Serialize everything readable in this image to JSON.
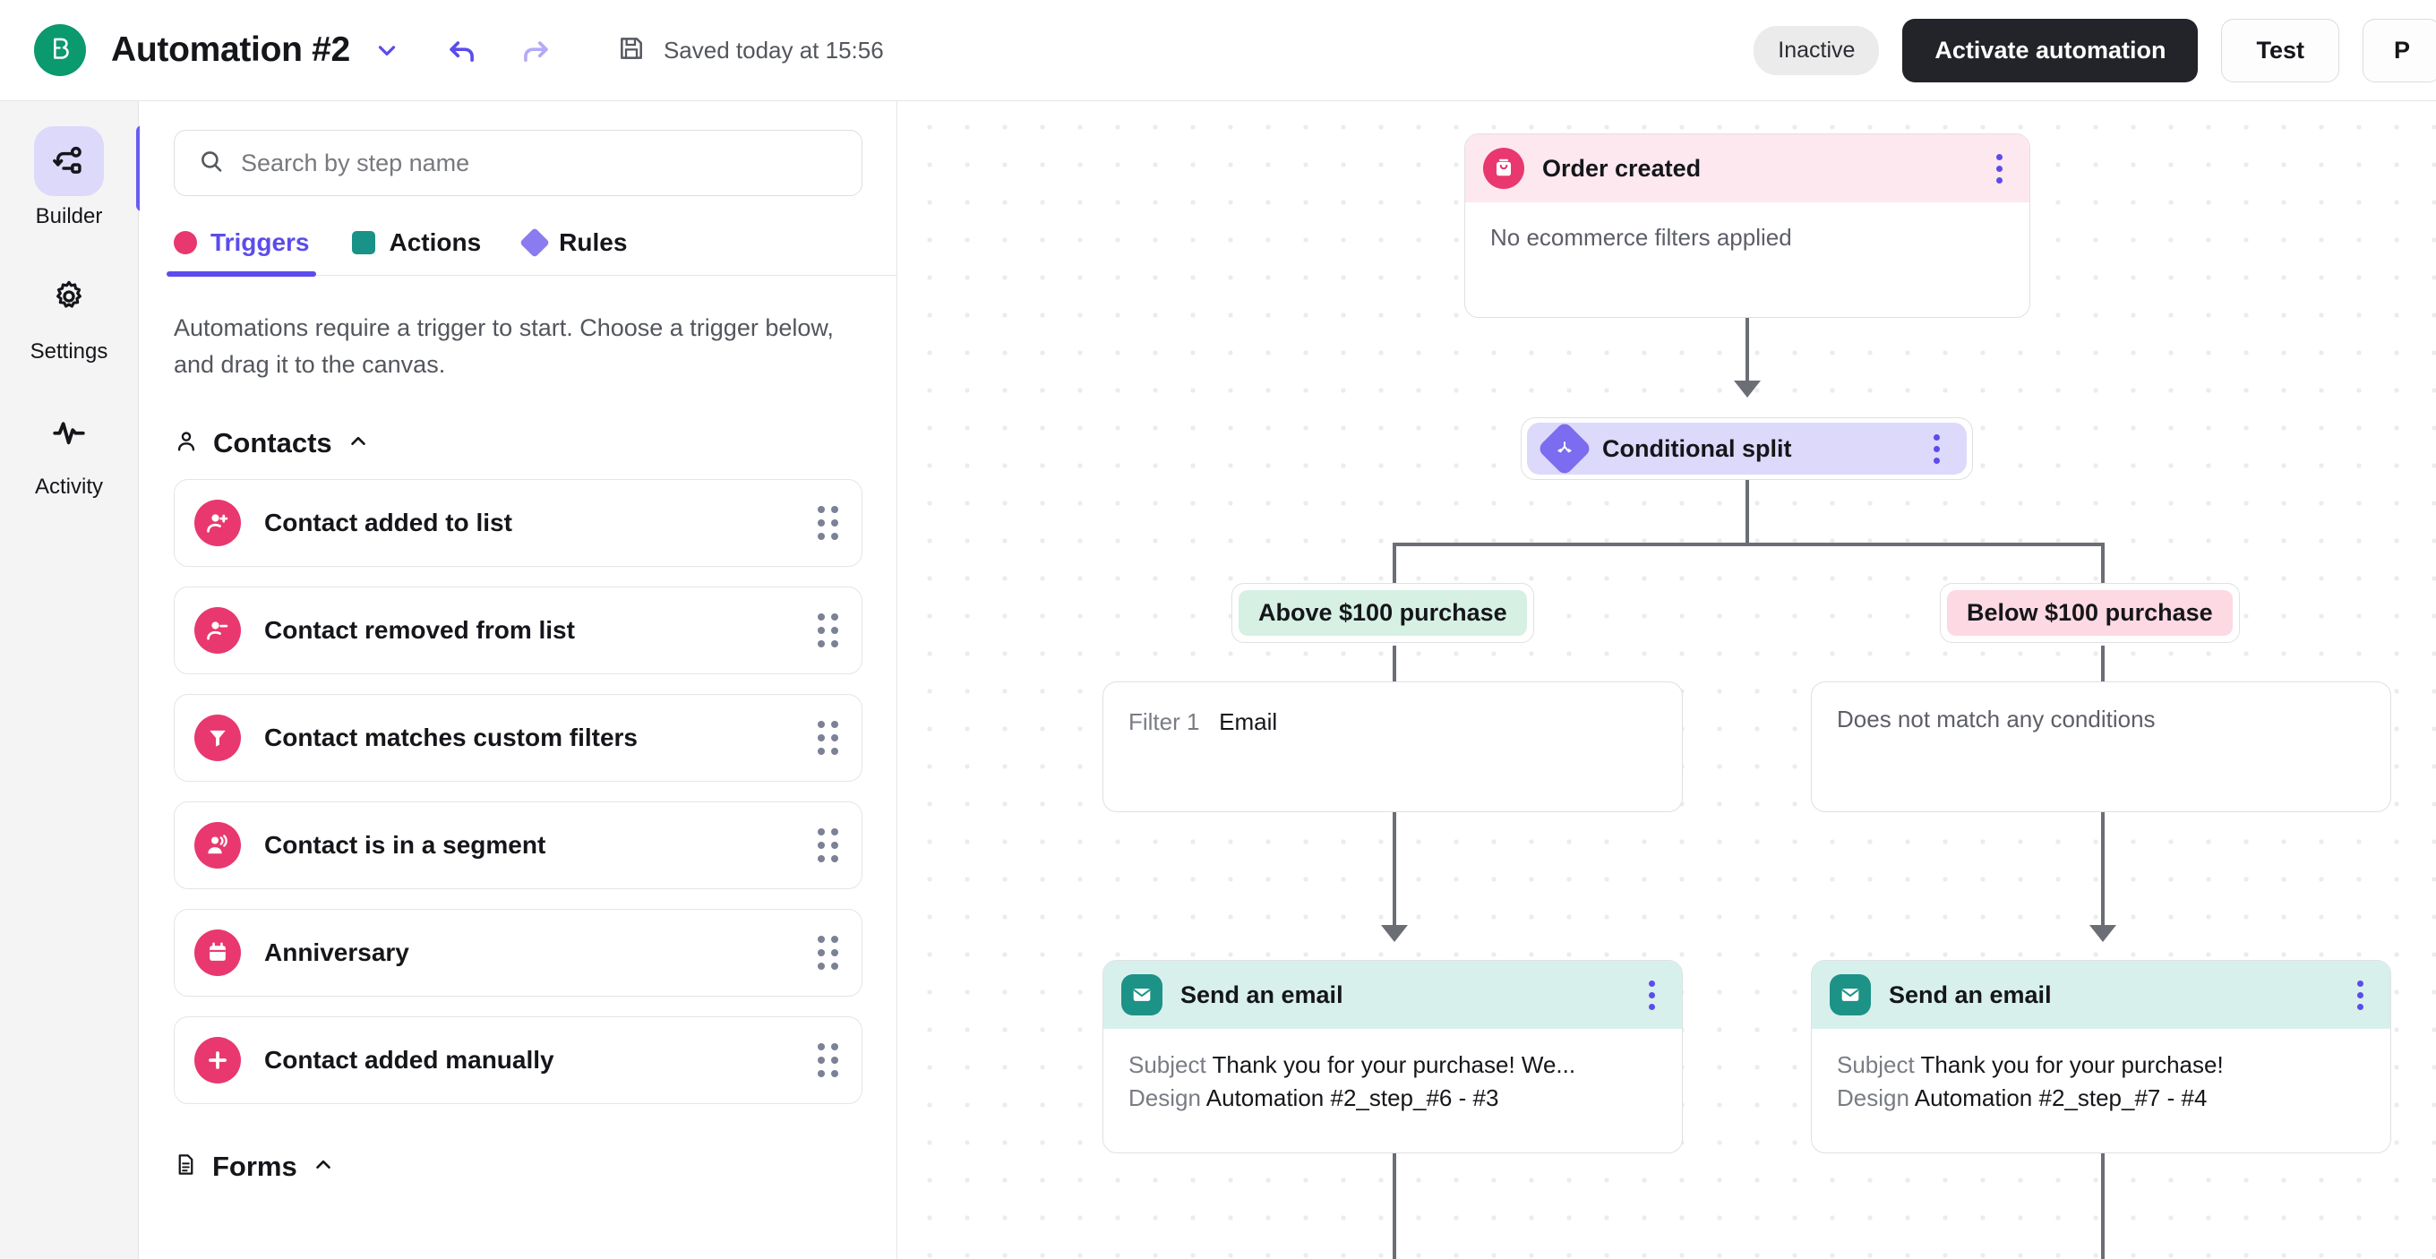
{
  "topbar": {
    "logo_icon": "brevo-b-logo",
    "brand_color": "#0b996e",
    "title": "Automation #2",
    "title_caret_icon": "chevron-down-icon",
    "undo_icon": "undo-arrow-icon",
    "redo_icon": "redo-arrow-icon",
    "save_icon": "save-disk-icon",
    "saved_text": "Saved today at 15:56",
    "status_badge": "Inactive",
    "activate_label": "Activate automation",
    "test_label": "Test",
    "clipped_label": "P",
    "accent_color": "#5b4ceb"
  },
  "rail": {
    "items": [
      {
        "label": "Builder",
        "icon": "builder-flow-icon",
        "active": true
      },
      {
        "label": "Settings",
        "icon": "gear-icon",
        "active": false
      },
      {
        "label": "Activity",
        "icon": "activity-pulse-icon",
        "active": false
      }
    ]
  },
  "panel": {
    "search": {
      "placeholder": "Search by step name",
      "icon": "search-icon"
    },
    "tabs": [
      {
        "label": "Triggers",
        "shape": "circle",
        "color": "#e8386f",
        "active": true
      },
      {
        "label": "Actions",
        "shape": "square",
        "color": "#199287",
        "active": false
      },
      {
        "label": "Rules",
        "shape": "diamond",
        "color": "#8b7bf0",
        "active": false
      }
    ],
    "description": "Automations require a trigger to start. Choose a trigger below, and drag it to the canvas.",
    "groups": [
      {
        "title": "Contacts",
        "icon": "person-icon",
        "chevron": "chevron-up-icon",
        "items": [
          {
            "label": "Contact added to list",
            "icon": "person-plus-icon"
          },
          {
            "label": "Contact removed from list",
            "icon": "person-minus-icon"
          },
          {
            "label": "Contact matches custom filters",
            "icon": "funnel-icon"
          },
          {
            "label": "Contact is in a segment",
            "icon": "people-group-icon"
          },
          {
            "label": "Anniversary",
            "icon": "calendar-icon"
          },
          {
            "label": "Contact added manually",
            "icon": "plus-icon"
          }
        ]
      }
    ],
    "forms_group": {
      "title": "Forms",
      "icon": "document-icon",
      "chevron": "chevron-up-icon"
    }
  },
  "canvas": {
    "nodes": [
      {
        "id": "trigger",
        "title": "Order created",
        "icon": "shopping-bag-icon",
        "header_color": "#fde8ef",
        "icon_color": "#e8386f",
        "subtitle": "No ecommerce filters applied",
        "kebab": "more-options-icon"
      },
      {
        "id": "split",
        "title": "Conditional split",
        "icon": "split-arrows-icon",
        "header_color": "#ddd9fb",
        "icon_color": "#7b6cf0",
        "kebab": "more-options-icon"
      }
    ],
    "branches": [
      {
        "label": "Above $100 purchase",
        "tone": "green"
      },
      {
        "label": "Below $100 purchase",
        "tone": "pink"
      }
    ],
    "filter_cards": [
      {
        "key": "Filter 1",
        "value": "Email"
      },
      {
        "text": "Does not match any conditions"
      }
    ],
    "email_nodes": [
      {
        "title": "Send an email",
        "icon": "envelope-icon",
        "header_color": "#d7f0ec",
        "icon_color": "#1d9287",
        "subject_key": "Subject",
        "subject_value": "Thank you for your purchase! We...",
        "design_key": "Design",
        "design_value": "Automation #2_step_#6 - #3",
        "kebab": "more-options-icon"
      },
      {
        "title": "Send an email",
        "icon": "envelope-icon",
        "header_color": "#d7f0ec",
        "icon_color": "#1d9287",
        "subject_key": "Subject",
        "subject_value": "Thank you for your purchase!",
        "design_key": "Design",
        "design_value": "Automation #2_step_#7 - #4",
        "kebab": "more-options-icon"
      }
    ]
  }
}
